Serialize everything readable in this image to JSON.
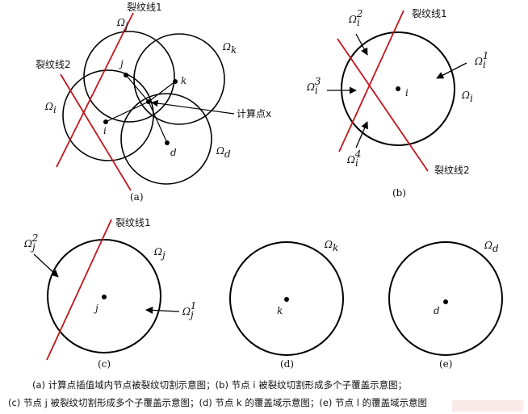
{
  "colors": {
    "crack": "#c0161b",
    "ink": "#000000",
    "watermark": "#e8a9a9"
  },
  "crack_labels": {
    "crack1": "裂纹线1",
    "crack2": "裂纹线2"
  },
  "point_label": "计算点x",
  "panel_labels": {
    "a": "(a)",
    "b": "(b)",
    "c": "(c)",
    "d": "(d)",
    "e": "(e)"
  },
  "nodes": {
    "i": "i",
    "j": "j",
    "k": "k",
    "d": "d"
  },
  "domains": {
    "omega_i": "Ω",
    "sub_i": "i",
    "omega_j": "Ω",
    "sub_j": "j",
    "omega_k": "Ω",
    "sub_k": "k",
    "omega_d": "Ω",
    "sub_d": "d"
  },
  "subcover_b": {
    "s1": "Ω",
    "s1_sub": "i",
    "s1_sup": "1",
    "s2": "Ω",
    "s2_sub": "i",
    "s2_sup": "2",
    "s3": "Ω",
    "s3_sub": "i",
    "s3_sup": "3",
    "s4": "Ω",
    "s4_sub": "i",
    "s4_sup": "4"
  },
  "subcover_c": {
    "s1": "Ω",
    "s1_sub": "j",
    "s1_sup": "1",
    "s2": "Ω",
    "s2_sub": "j",
    "s2_sup": "2"
  },
  "caption": {
    "line1": "(a)  计算点插值域内节点被裂纹切割示意图；(b)  节点 i 被裂纹切割形成多个子覆盖示意图；",
    "line2": "(c)  节点 j 被裂纹切割形成多个子覆盖示意图；(d)  节点 k 的覆盖域示意图；(e)  节点 l 的覆盖域示意图"
  }
}
